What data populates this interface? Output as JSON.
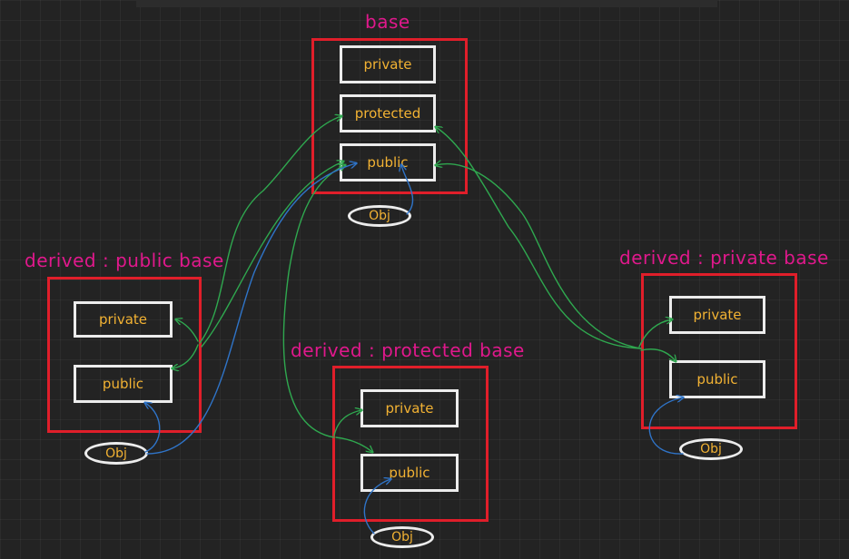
{
  "base": {
    "title": "base",
    "members": [
      "private",
      "protected",
      "public"
    ],
    "object": "Obj"
  },
  "derived_public": {
    "title": "derived : public base",
    "members": [
      "private",
      "public"
    ],
    "object": "Obj"
  },
  "derived_protected": {
    "title": "derived : protected base",
    "members": [
      "private",
      "public"
    ],
    "object": "Obj"
  },
  "derived_private": {
    "title": "derived : private base",
    "members": [
      "private",
      "public"
    ],
    "object": "Obj"
  },
  "colors": {
    "title": "#e0188c",
    "outer_border": "#e01e2a",
    "inner_border": "#ececec",
    "member_text": "#f2b233",
    "inheritance_arrow": "#2fa84f",
    "access_arrow": "#2f74c8"
  }
}
